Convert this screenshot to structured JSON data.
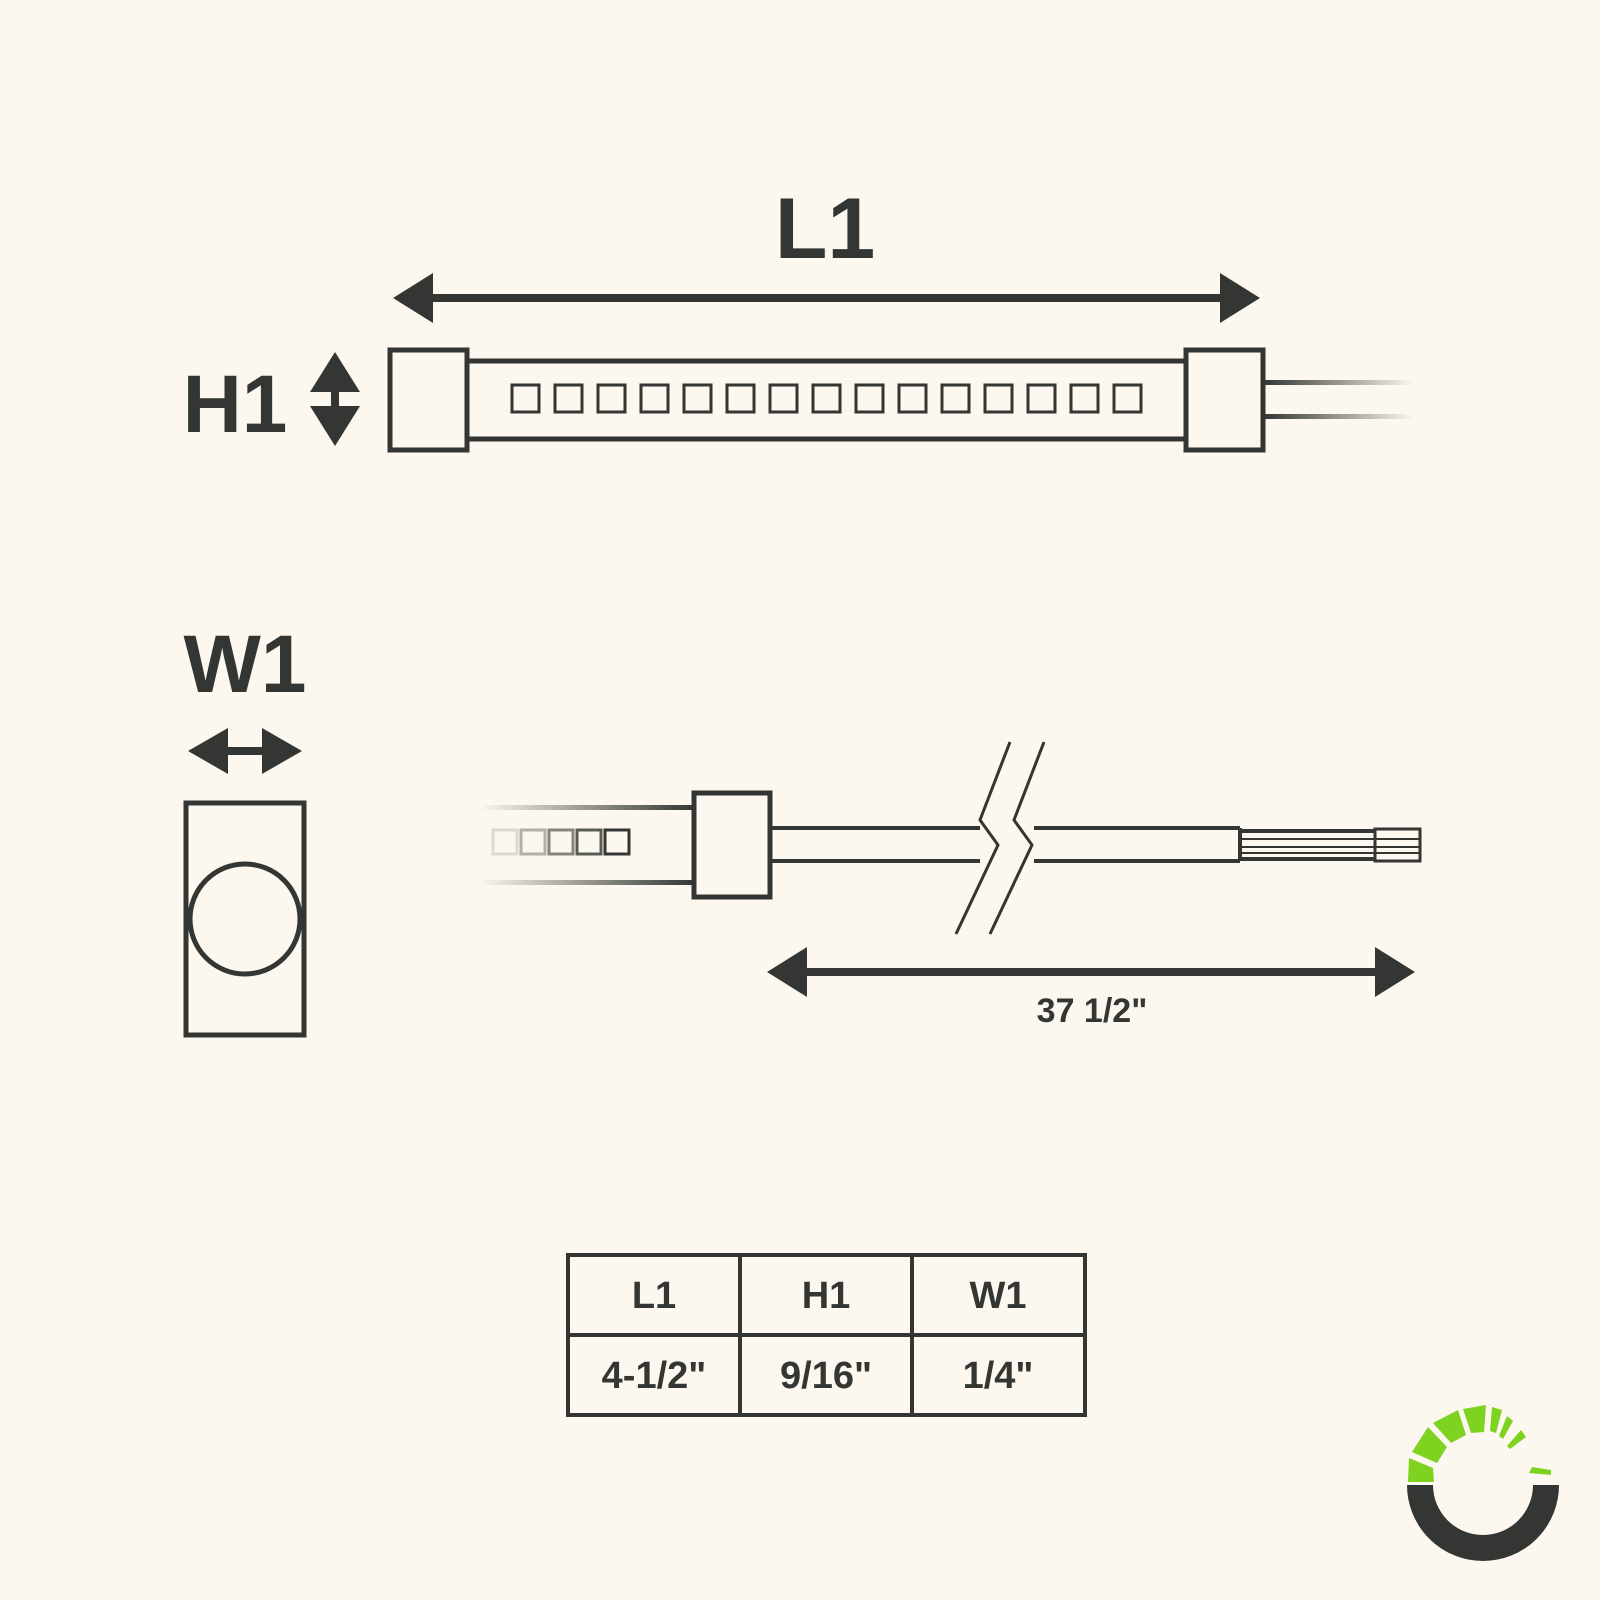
{
  "labels": {
    "length": "L1",
    "height": "H1",
    "width": "W1",
    "cable_length": "37 1/2\""
  },
  "table": {
    "headers": [
      "L1",
      "H1",
      "W1"
    ],
    "values": [
      "4-1/2\"",
      "9/16\"",
      "1/4\""
    ]
  },
  "led_count_top": 15,
  "led_count_bottom": 5,
  "colors": {
    "background": "#fcf7ef",
    "ink": "#333632",
    "logo_green": "#7ed321",
    "logo_dark": "#333632"
  },
  "logo": {
    "name": "brand-logo-icon"
  }
}
